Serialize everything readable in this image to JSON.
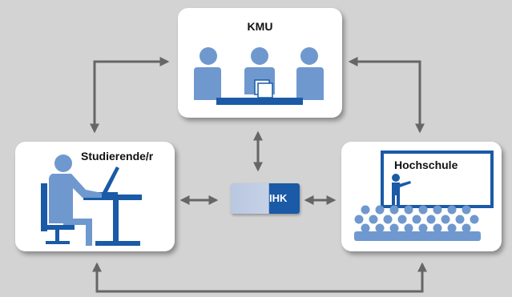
{
  "nodes": {
    "kmu": {
      "label": "KMU"
    },
    "student": {
      "label": "Studierende/r"
    },
    "hochschule": {
      "label": "Hochschule"
    },
    "ihk": {
      "label": "IHK"
    }
  },
  "colors": {
    "background": "#d3d3d3",
    "box": "#ffffff",
    "arrow": "#666666",
    "icon_light": "#6f98cf",
    "icon_dark": "#1a5aa6"
  },
  "icons": {
    "kmu": "meeting-icon",
    "student": "desk-worker-icon",
    "hochschule": "lecture-icon"
  }
}
